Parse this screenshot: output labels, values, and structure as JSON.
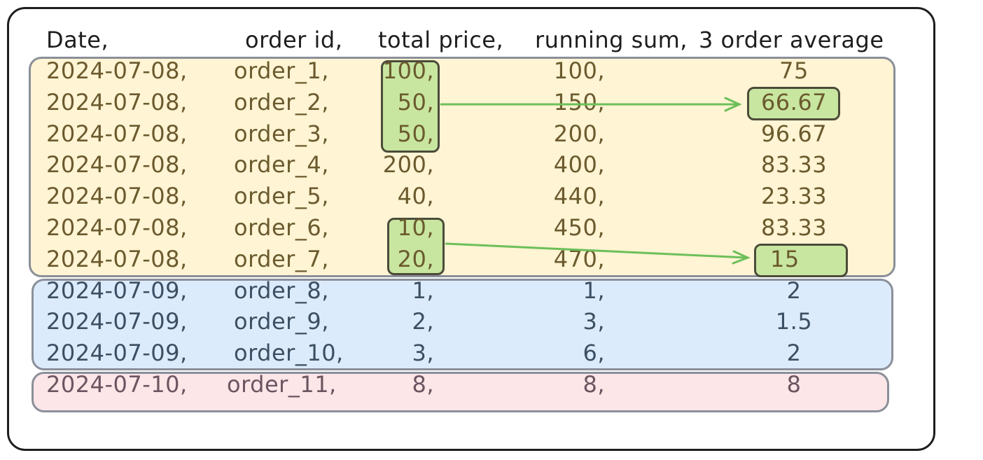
{
  "headers": {
    "date": "Date,",
    "order_id": "order id,",
    "total_price": "total price,",
    "running_sum": "running sum,",
    "avg": "3 order average"
  },
  "rows": [
    {
      "date": "2024-07-08,",
      "order": "order_1,",
      "price": "100,",
      "sum": "100,",
      "avg": "75"
    },
    {
      "date": "2024-07-08,",
      "order": "order_2,",
      "price": "50,",
      "sum": "150,",
      "avg": "66.67"
    },
    {
      "date": "2024-07-08,",
      "order": "order_3,",
      "price": "50,",
      "sum": "200,",
      "avg": "96.67"
    },
    {
      "date": "2024-07-08,",
      "order": "order_4,",
      "price": "200,",
      "sum": "400,",
      "avg": "83.33"
    },
    {
      "date": "2024-07-08,",
      "order": "order_5,",
      "price": "40,",
      "sum": "440,",
      "avg": "23.33"
    },
    {
      "date": "2024-07-08,",
      "order": "order_6,",
      "price": "10,",
      "sum": "450,",
      "avg": "83.33"
    },
    {
      "date": "2024-07-08,",
      "order": "order_7,",
      "price": "20,",
      "sum": "470,",
      "avg": "15"
    },
    {
      "date": "2024-07-09,",
      "order": "order_8,",
      "price": "1,",
      "sum": "1,",
      "avg": "2"
    },
    {
      "date": "2024-07-09,",
      "order": "order_9,",
      "price": "2,",
      "sum": "3,",
      "avg": "1.5"
    },
    {
      "date": "2024-07-09,",
      "order": "order_10,",
      "price": "3,",
      "sum": "6,",
      "avg": "2"
    },
    {
      "date": "2024-07-10,",
      "order": "order_11,",
      "price": "8,",
      "sum": "8,",
      "avg": "8"
    }
  ],
  "colors": {
    "group_2024_07_08": "#fff4d3",
    "group_2024_07_09": "#dcebfb",
    "group_2024_07_10": "#fde6e8",
    "highlight": "#c8e6a0",
    "arrow": "#6cbf5a"
  }
}
